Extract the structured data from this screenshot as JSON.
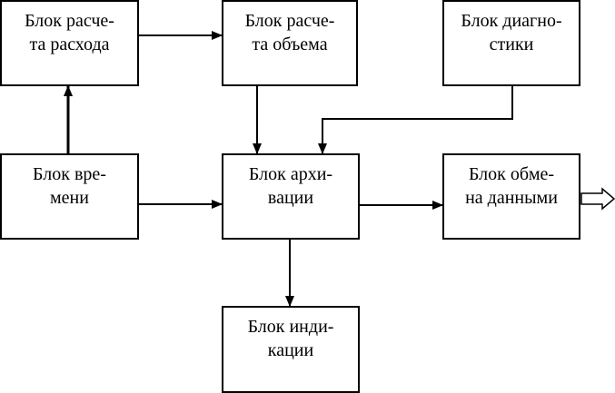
{
  "diagram": {
    "blocks": {
      "flow_calc": {
        "line1": "Блок расче-",
        "line2": "та расхода"
      },
      "volume_calc": {
        "line1": "Блок расче-",
        "line2": "та объема"
      },
      "diagnostics": {
        "line1": "Блок диагно-",
        "line2": "стики"
      },
      "timer": {
        "line1": "Блок вре-",
        "line2": "мени"
      },
      "archive": {
        "line1": "Блок архи-",
        "line2": "вации"
      },
      "exchange": {
        "line1": "Блок обме-",
        "line2": "на данными"
      },
      "indication": {
        "line1": "Блок инди-",
        "line2": "кации"
      }
    }
  }
}
